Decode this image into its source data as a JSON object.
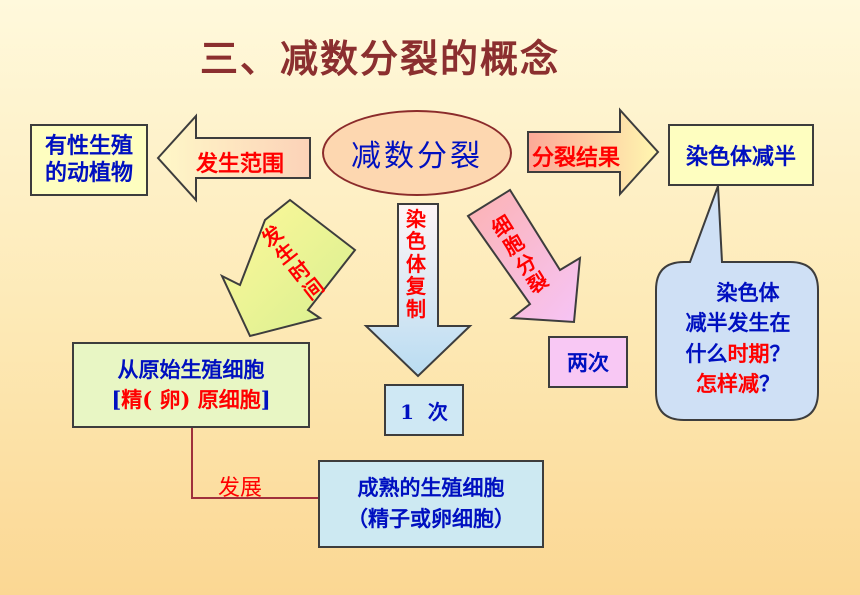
{
  "title": "三、减数分裂的概念",
  "center": "减数分裂",
  "left_box": {
    "line1": "有性生殖",
    "line2": "的动植物"
  },
  "left_arrow_label": "发生范围",
  "right_arrow_label": "分裂结果",
  "right_box": "染色体减半",
  "time_arrow_chars": [
    "发",
    "生",
    "时",
    "间"
  ],
  "copy_arrow_chars": [
    "染",
    "色",
    "体",
    "复",
    "制"
  ],
  "division_arrow_chars": [
    "细",
    "胞",
    "分",
    "裂"
  ],
  "stage_box": {
    "line1": "从原始生殖细胞",
    "line2_bracket_open": "[",
    "line2_part1": "精( 卵)",
    "line2_part2": " 原细胞",
    "line2_bracket_close": "]"
  },
  "copy_count": "1  次",
  "division_count": "两次",
  "question": {
    "line1": "染色体",
    "line2": "减半发生在",
    "line3_part1": "什么",
    "line3_part2": "时期",
    "line3_part3": "？",
    "line4_part1": "怎样减",
    "line4_part2": "？"
  },
  "develop_label": "发展",
  "mature_box": {
    "line1": "成熟的生殖细胞",
    "line2": "（精子或卵细胞）"
  },
  "colors": {
    "accent_red": "#ff0000",
    "text_blue": "#0010c0",
    "title": "#8b2f2f",
    "green_fill": "#e8f6c4",
    "yellow_fill": "#fefec0",
    "pink_fill": "#f8c8f4",
    "light_blue_fill": "#cfe8f4"
  }
}
